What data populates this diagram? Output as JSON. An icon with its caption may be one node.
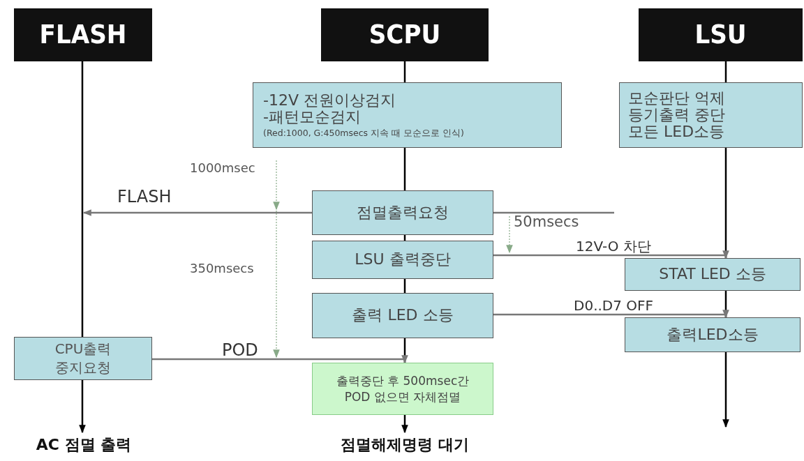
{
  "diagram": {
    "nodes": [
      {
        "text": [
          "FLASH"
        ]
      },
      {
        "text": [
          "SCPU"
        ]
      },
      {
        "text": [
          "LSU"
        ]
      },
      {
        "text": [
          "-12V 전원이상검지",
          "-패턴모순검지",
          "(Red:1000, G:450msecs 지속 때 모순으로 인식)"
        ]
      },
      {
        "text": [
          "모순판단 억제",
          "등기출력 중단",
          "모든 LED소등"
        ]
      },
      {
        "text": [
          "점멸출력요청"
        ]
      },
      {
        "text": [
          "LSU 출력중단"
        ]
      },
      {
        "text": [
          "출력 LED 소등"
        ]
      },
      {
        "text": [
          "STAT LED 소등"
        ]
      },
      {
        "text": [
          "출력LED소등"
        ]
      },
      {
        "text": [
          "CPU출력 중지요청"
        ]
      },
      {
        "text": [
          "출력중단 후 500msec간 POD 없으면 자체점멸"
        ]
      },
      {
        "text": [
          "AC 점멸 출력"
        ]
      },
      {
        "text": [
          "점멸해제명령 대기"
        ]
      }
    ],
    "edges": [
      {
        "from": 0,
        "to": 10,
        "arrow": "none"
      },
      {
        "from": 10,
        "to": 12,
        "arrow": "to"
      },
      {
        "from": 1,
        "to": 3,
        "arrow": "none"
      },
      {
        "from": 3,
        "to": 5,
        "arrow": "none"
      },
      {
        "from": 5,
        "to": 6,
        "arrow": "none"
      },
      {
        "from": 6,
        "to": 7,
        "arrow": "none"
      },
      {
        "from": 7,
        "to": 11,
        "arrow": "none"
      },
      {
        "from": 11,
        "to": 13,
        "arrow": "to"
      },
      {
        "from": 2,
        "to": 4,
        "arrow": "none"
      },
      {
        "from": 4,
        "to": 8,
        "arrow": "none"
      },
      {
        "from": 8,
        "to": 9,
        "arrow": "none"
      },
      {
        "from": 9,
        "to": null,
        "arrow": "to"
      },
      {
        "from": 5,
        "to": null,
        "arrow": "to",
        "label": "FLASH",
        "color": "#777777"
      },
      {
        "from": 5,
        "to": null,
        "arrow": "none",
        "color": "#777777"
      },
      {
        "from": 6,
        "to": 8,
        "arrow": "to",
        "label": "12V-O 차단",
        "color": "#777777"
      },
      {
        "from": 7,
        "to": 9,
        "arrow": "to",
        "label": "D0..D7 OFF",
        "color": "#777777"
      },
      {
        "from": 10,
        "to": 11,
        "arrow": "to",
        "label": "POD",
        "color": "#777777"
      }
    ],
    "labels": [
      "1000msec",
      "350msecs",
      "50msecs"
    ]
  }
}
